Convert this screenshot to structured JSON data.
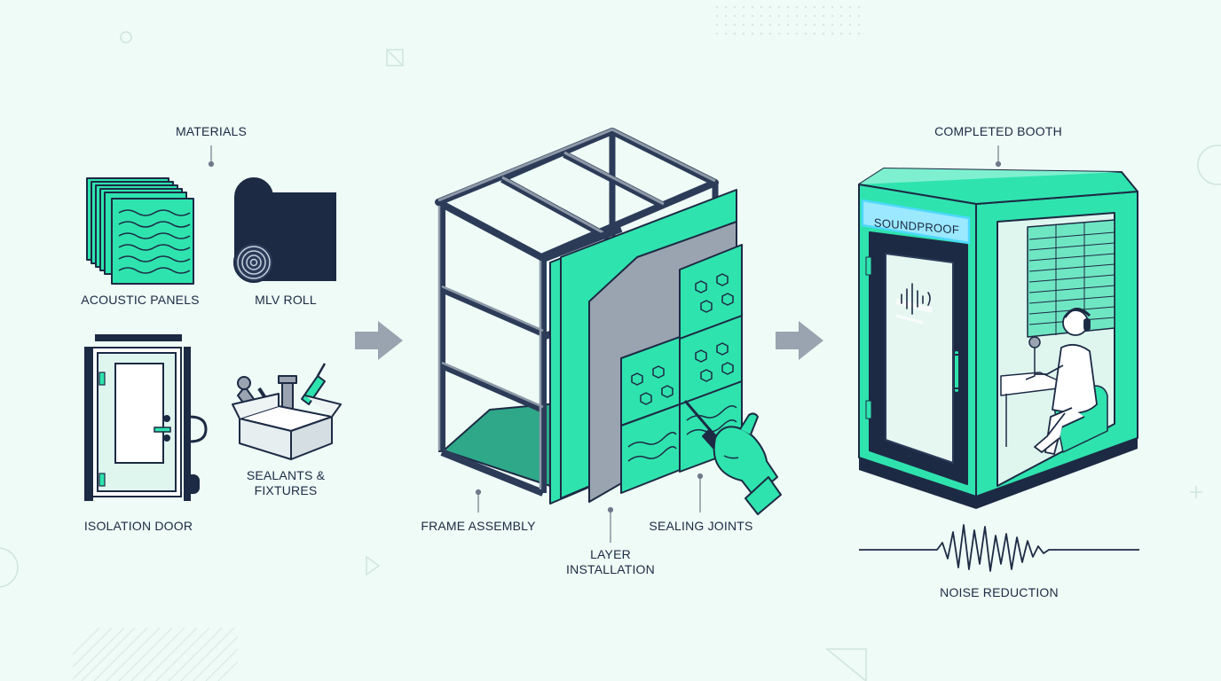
{
  "colors": {
    "background": "#eefbf6",
    "navy": "#1c2a44",
    "mint": "#2fe3ae",
    "mint_light": "#7ff0cf",
    "glass": "#dff6ef",
    "gray": "#9aa4b0",
    "arrow": "#9aa4b0",
    "sign_glow": "#4fd8ff"
  },
  "labels": {
    "materials": "MATERIALS",
    "acoustic_panels": "ACOUSTIC PANELS",
    "mlv_roll": "MLV ROLL",
    "isolation_door": "ISOLATION DOOR",
    "sealants_fixtures": "SEALANTS & FIXTURES",
    "frame_assembly": "FRAME ASSEMBLY",
    "layer_installation": "LAYER INSTALLATION",
    "sealing_joints": "SEALING JOINTS",
    "completed_booth": "COMPLETED BOOTH",
    "noise_reduction": "NOISE REDUCTION"
  },
  "booth_sign": "SOUNDPROOF",
  "icons": {
    "panels": "acoustic-panel-stack-icon",
    "roll": "mlv-roll-icon",
    "door": "isolation-door-icon",
    "box": "sealant-toolbox-icon",
    "arrow": "arrow-right-icon",
    "hand": "gloved-hand-icon",
    "person": "seated-person-icon",
    "wave": "sound-wave-icon"
  }
}
